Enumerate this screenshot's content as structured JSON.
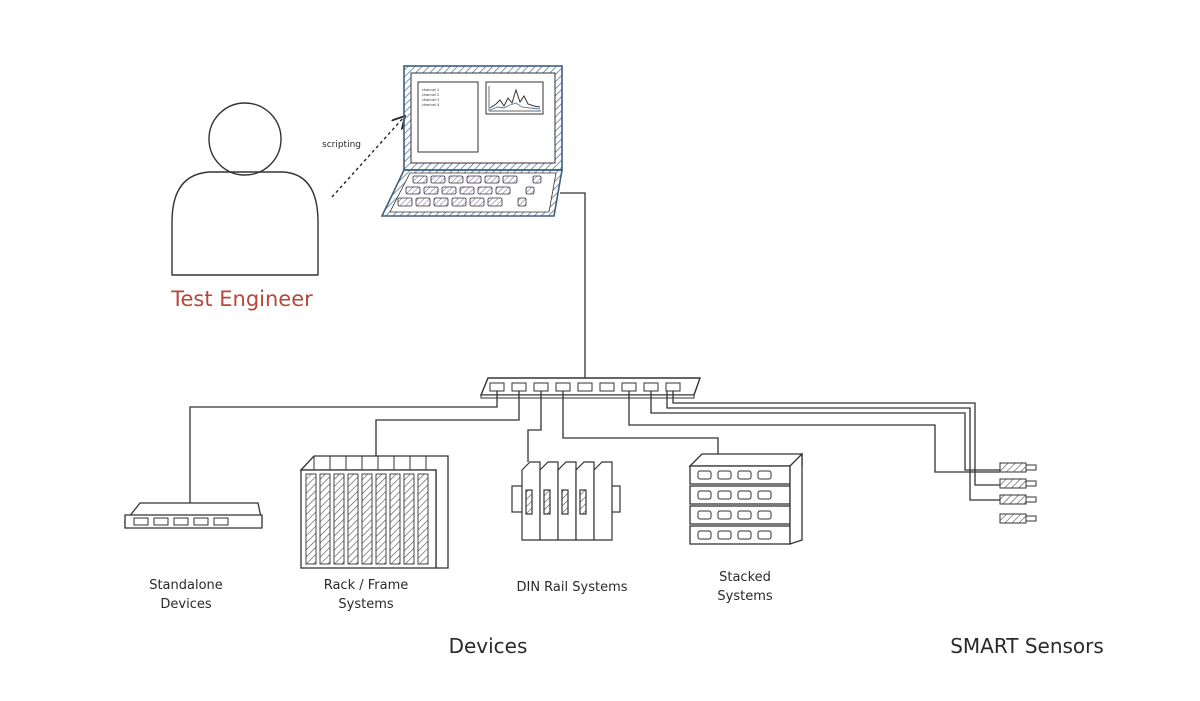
{
  "actor": {
    "label": "Test Engineer",
    "color": "#b5483b"
  },
  "arrow": {
    "label": "scripting"
  },
  "screen": {
    "list_items": [
      "channel 1",
      "channel 2",
      "channel 3",
      "channel 4"
    ]
  },
  "devices": {
    "standalone": {
      "line1": "Standalone",
      "line2": "Devices"
    },
    "rack": {
      "line1": "Rack / Frame",
      "line2": "Systems"
    },
    "din": {
      "line1": "DIN Rail Systems"
    },
    "stacked": {
      "line1": "Stacked",
      "line2": "Systems"
    },
    "group_label": "Devices"
  },
  "sensors": {
    "group_label": "SMART Sensors"
  },
  "colors": {
    "laptop_frame": "#5a7a9a",
    "keys": "#a98fc0",
    "hatch": "#444444",
    "text": "#2a2a2a"
  }
}
